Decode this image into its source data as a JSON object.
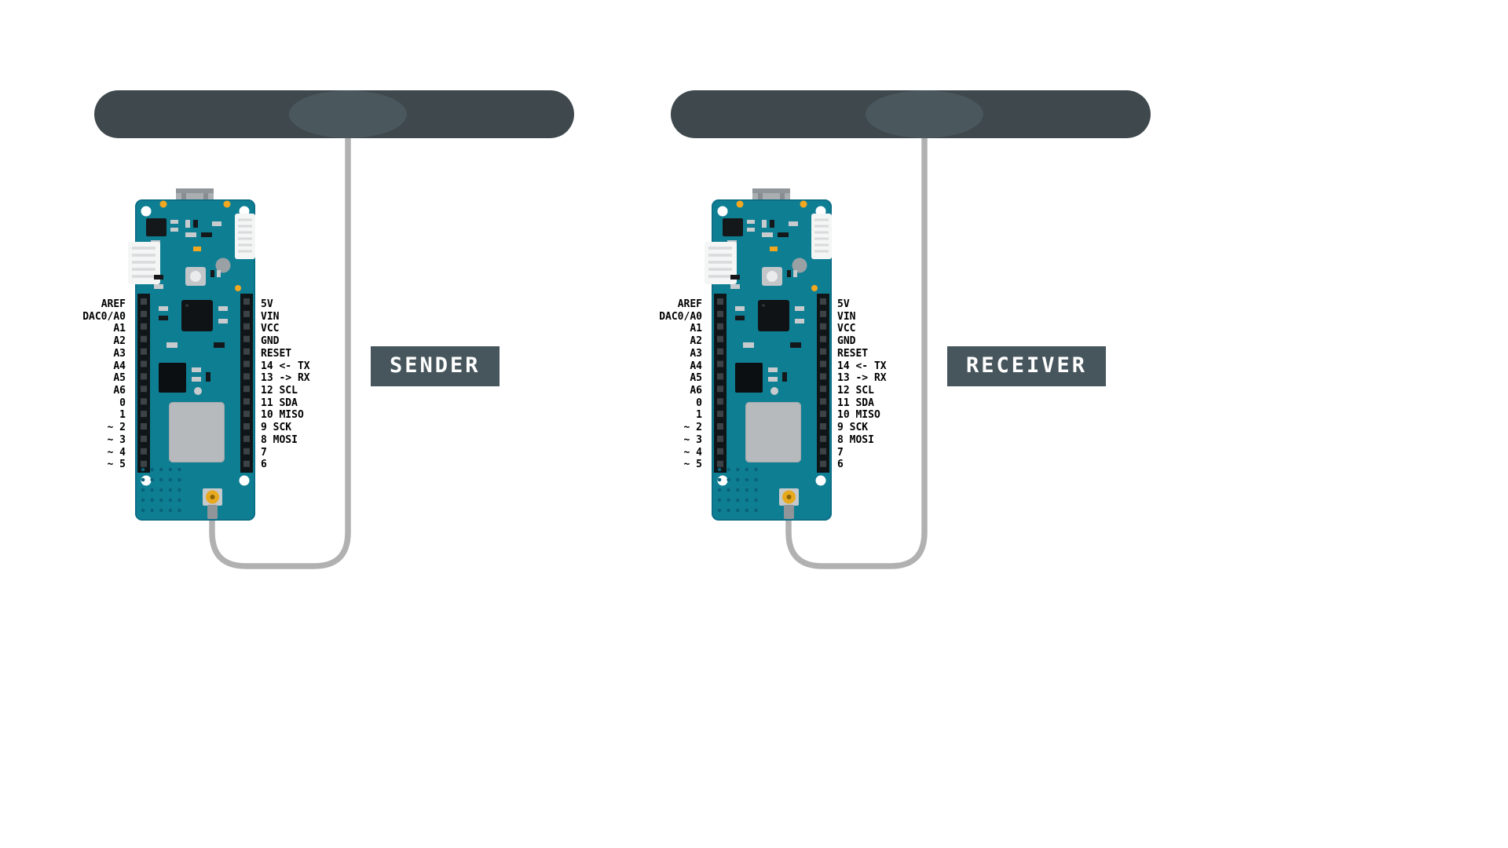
{
  "colors": {
    "page_bg": "#ffffff",
    "antenna": "#3e484d",
    "antenna_highlight": "#4a575c",
    "cable": "#b1b1b1",
    "pcb": "#0e7e93",
    "label_bg": "#47565d",
    "label_fg": "#ffffff",
    "pin_text": "#000000",
    "gold": "#e7a91e"
  },
  "pins": {
    "left": [
      "AREF",
      "DAC0/A0",
      "A1",
      "A2",
      "A3",
      "A4",
      "A5",
      "A6",
      "0",
      "1",
      "~ 2",
      "~ 3",
      "~ 4",
      "~ 5"
    ],
    "right": [
      "5V",
      "VIN",
      "VCC",
      "GND",
      "RESET",
      "14 <- TX",
      "13 -> RX",
      "12 SCL",
      "11 SDA",
      "10 MISO",
      "9 SCK",
      "8 MOSI",
      "7",
      "6"
    ]
  },
  "modules": [
    {
      "id": "sender",
      "label": "SENDER"
    },
    {
      "id": "receiver",
      "label": "RECEIVER"
    }
  ]
}
